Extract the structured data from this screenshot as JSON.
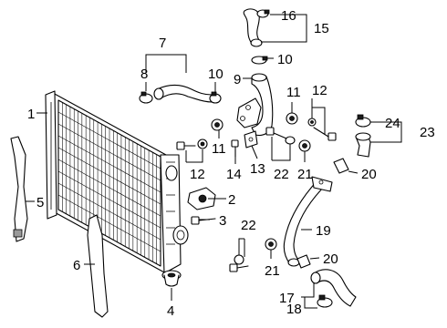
{
  "callouts": {
    "c1": "1",
    "c2": "2",
    "c3": "3",
    "c4": "4",
    "c5": "5",
    "c6": "6",
    "c7": "7",
    "c8": "8",
    "c9": "9",
    "c10a": "10",
    "c10b": "10",
    "c11a": "11",
    "c11b": "11",
    "c12a": "12",
    "c12b": "12",
    "c13": "13",
    "c14": "14",
    "c15": "15",
    "c16": "16",
    "c17": "17",
    "c18": "18",
    "c19": "19",
    "c20a": "20",
    "c20b": "20",
    "c21a": "21",
    "c21b": "21",
    "c22a": "22",
    "c22b": "22",
    "c23": "23",
    "c24": "24"
  }
}
